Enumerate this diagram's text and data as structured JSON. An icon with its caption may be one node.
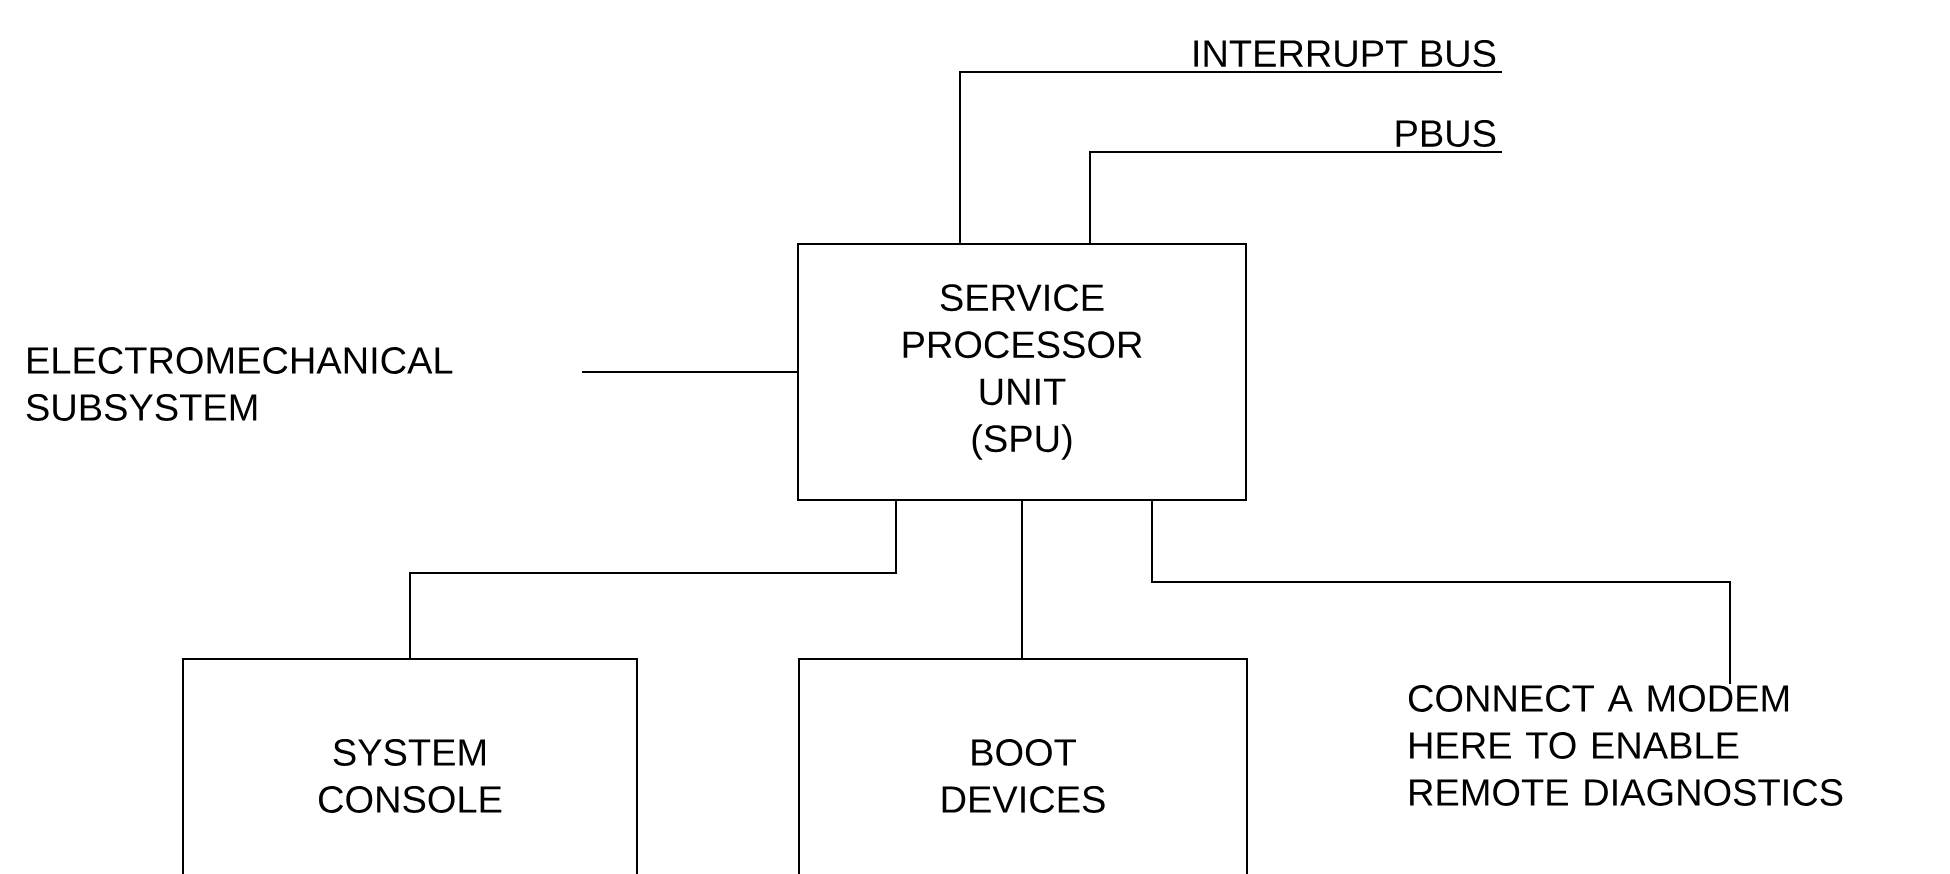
{
  "diagram": {
    "nodes": [
      {
        "text": [
          "SERVICE PROCESSOR UNIT (SPU)"
        ]
      },
      {
        "text": [
          "INTERRUPT BUS"
        ]
      },
      {
        "text": [
          "PBUS"
        ]
      },
      {
        "text": [
          "ELECTROMECHANICAL SUBSYSTEM"
        ]
      },
      {
        "text": [
          "SYSTEM CONSOLE"
        ]
      },
      {
        "text": [
          "BOOT DEVICES"
        ]
      },
      {
        "text": [
          "CONNECT A MODEM HERE TO ENABLE REMOTE DIAGNOSTICS"
        ]
      }
    ],
    "edges": [
      {
        "from": 0,
        "to": 1,
        "arrow": "none"
      },
      {
        "from": 0,
        "to": 2,
        "arrow": "none"
      },
      {
        "from": 3,
        "to": 0,
        "arrow": "none"
      },
      {
        "from": 0,
        "to": 4,
        "arrow": "none"
      },
      {
        "from": 0,
        "to": 5,
        "arrow": "none"
      },
      {
        "from": 0,
        "to": 6,
        "arrow": "none"
      }
    ]
  }
}
